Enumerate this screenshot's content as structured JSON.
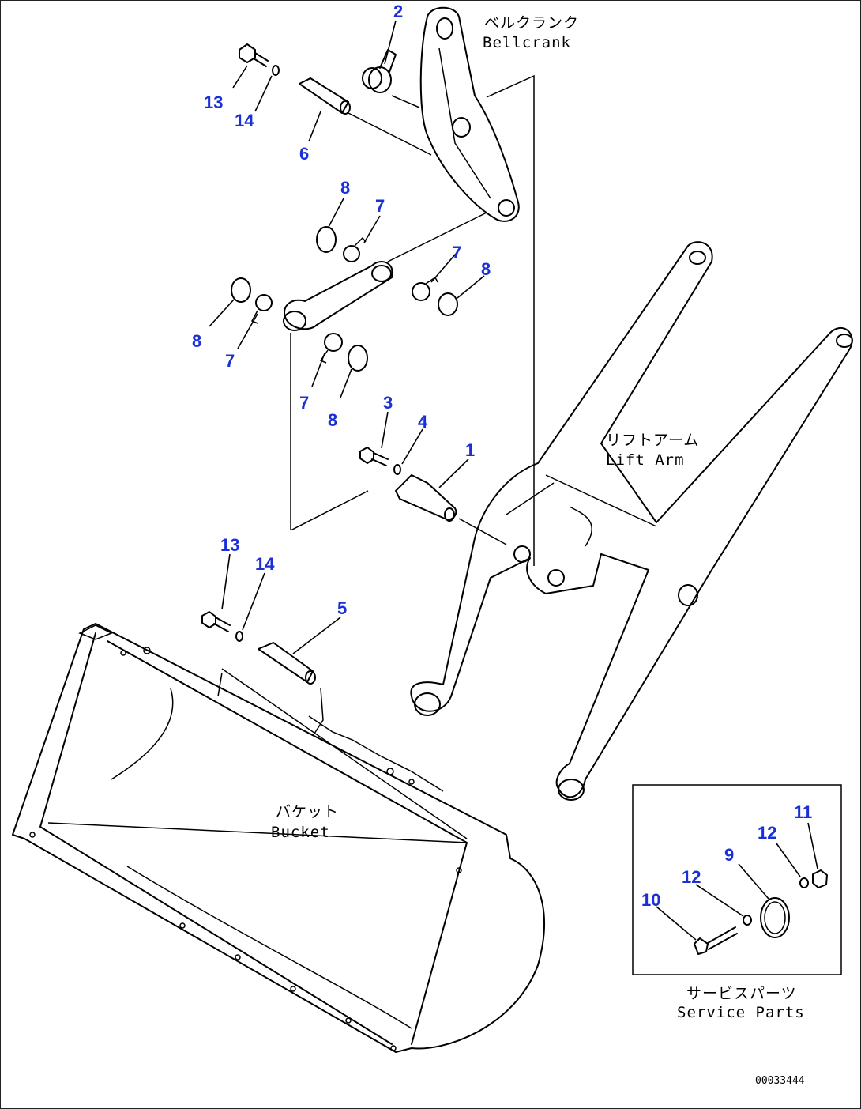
{
  "assembly_labels": {
    "bellcrank_jp": "ベルクランク",
    "bellcrank_en": "Bellcrank",
    "lift_arm_jp": "リフトアーム",
    "lift_arm_en": "Lift Arm",
    "bucket_jp": "バケット",
    "bucket_en": "Bucket",
    "service_parts_jp": "サービスパーツ",
    "service_parts_en": "Service Parts"
  },
  "callouts": {
    "c1": "1",
    "c2": "2",
    "c3": "3",
    "c4": "4",
    "c5": "5",
    "c6": "6",
    "c7a": "7",
    "c7b": "7",
    "c7c": "7",
    "c7d": "7",
    "c8a": "8",
    "c8b": "8",
    "c8c": "8",
    "c8d": "8",
    "c9": "9",
    "c10": "10",
    "c11": "11",
    "c12a": "12",
    "c12b": "12",
    "c13a": "13",
    "c13b": "13",
    "c14a": "14",
    "c14b": "14"
  },
  "drawing_code": "00033444",
  "colors": {
    "callout": "#1a2fd6",
    "line": "#000000"
  }
}
